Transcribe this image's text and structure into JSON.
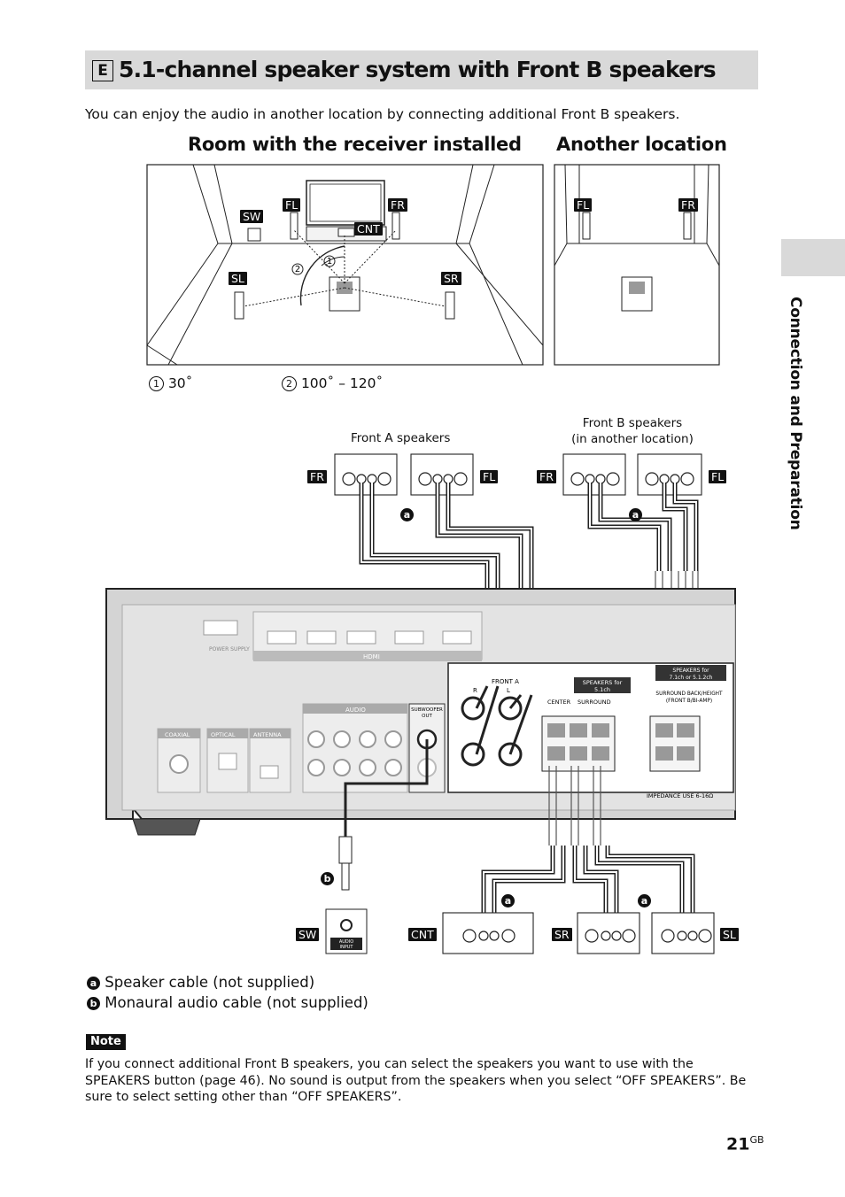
{
  "section": {
    "letter": "E",
    "title": "5.1-channel speaker system with Front B speakers",
    "intro": "You can enjoy the audio in another location by connecting additional Front B speakers."
  },
  "headings": {
    "room": "Room with the receiver installed",
    "another": "Another location"
  },
  "room_labels": {
    "sw": "SW",
    "fl": "FL",
    "fr": "FR",
    "cnt": "CNT",
    "sl": "SL",
    "sr": "SR",
    "angle1_num": "1",
    "angle2_num": "2"
  },
  "angles": {
    "a1_num": "1",
    "a1": "30˚",
    "a2_num": "2",
    "a2": "100˚ – 120˚"
  },
  "wiring": {
    "front_a": "Front A speakers",
    "front_b_line1": "Front B speakers",
    "front_b_line2": "(in another location)",
    "cable_a": "a",
    "cable_b": "b",
    "panel": {
      "hdmi": "HDMI",
      "audio": "AUDIO",
      "subwoofer_out_1": "SUBWOOFER",
      "subwoofer_out_2": "OUT",
      "coaxial": "COAXIAL",
      "optical": "OPTICAL",
      "antenna": "ANTENNA",
      "power_supply": "POWER SUPPLY",
      "front_a": "FRONT A",
      "r": "R",
      "l": "L",
      "speakers_51_1": "SPEAKERS for",
      "speakers_51_2": "5.1ch",
      "center": "CENTER",
      "surround": "SURROUND",
      "speakers_71_1": "SPEAKERS for",
      "speakers_71_2": "7.1ch or 5.1.2ch",
      "surround_back_1": "SURROUND BACK/HEIGHT",
      "surround_back_2": "(FRONT B/BI-AMP)",
      "impedance": "IMPEDANCE USE 6-16Ω",
      "sw_audio_1": "AUDIO",
      "sw_audio_2": "INPUT"
    }
  },
  "legend": [
    {
      "key": "a",
      "text": "Speaker cable (not supplied)"
    },
    {
      "key": "b",
      "text": "Monaural audio cable (not supplied)"
    }
  ],
  "note": {
    "label": "Note",
    "text": "If you connect additional Front B speakers, you can select the speakers you want to use with the SPEAKERS button (page 46). No sound is output from the speakers when you select “OFF SPEAKERS”. Be sure to select setting other than “OFF SPEAKERS”."
  },
  "sidebar": {
    "label": "Connection and Preparation"
  },
  "page": {
    "number": "21",
    "suffix": "GB"
  }
}
